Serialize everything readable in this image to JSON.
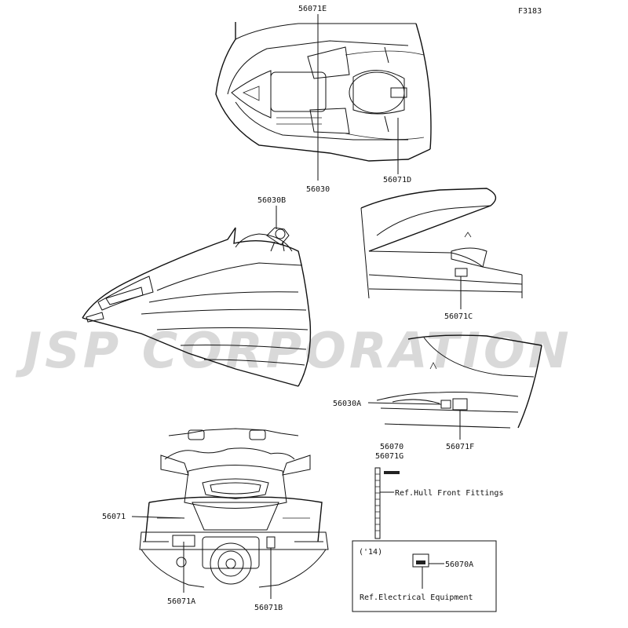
{
  "figure_code": "F3183",
  "watermark": "JSP CORPORATION",
  "parts": {
    "p56071E": "56071E",
    "p56030": "56030",
    "p56071D": "56071D",
    "p56030B": "56030B",
    "p56071C": "56071C",
    "p56030A": "56030A",
    "p56071F": "56071F",
    "p56070": "56070",
    "p56071G": "56071G",
    "p56071": "56071",
    "p56071A": "56071A",
    "p56071B": "56071B",
    "p56070A": "56070A"
  },
  "refs": {
    "hull_front": "Ref.Hull Front Fittings",
    "electrical": "Ref.Electrical Equipment"
  },
  "inset_year": "('14)"
}
